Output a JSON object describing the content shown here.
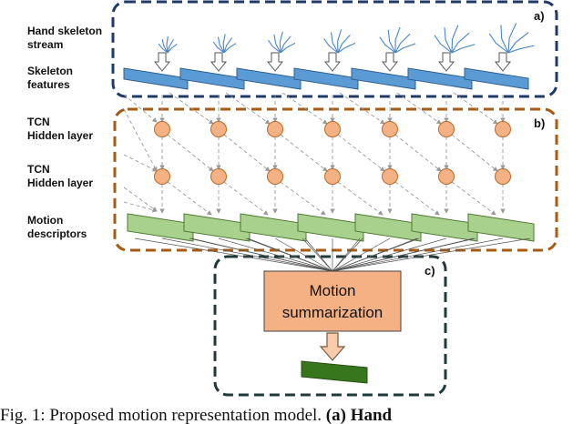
{
  "labels": {
    "stream_line1": "Hand skeleton",
    "stream_line2": "stream",
    "features_line1": "Skeleton",
    "features_line2": "features",
    "tcn1_line1": "TCN",
    "tcn1_line2": "Hidden layer",
    "tcn2_line1": "TCN",
    "tcn2_line2": "Hidden layer",
    "motion_line1": "Motion",
    "motion_line2": "descriptors"
  },
  "panels": {
    "a": "a)",
    "b": "b)",
    "c": "c)"
  },
  "summary_box": {
    "line1": "Motion",
    "line2": "summarization"
  },
  "caption": {
    "prefix": "Fig. 1: Proposed motion representation model.",
    "bold": "(a) Hand"
  },
  "colors": {
    "panel_a_border": "#1f3a68",
    "panel_b_border": "#a85a12",
    "panel_c_border": "#1f3a3a",
    "feature_blue": "#5b9bd5",
    "node_orange": "#f4b183",
    "descriptor_green": "#a9d18e",
    "summary_box": "#f4b183",
    "output_green": "#38761d"
  }
}
